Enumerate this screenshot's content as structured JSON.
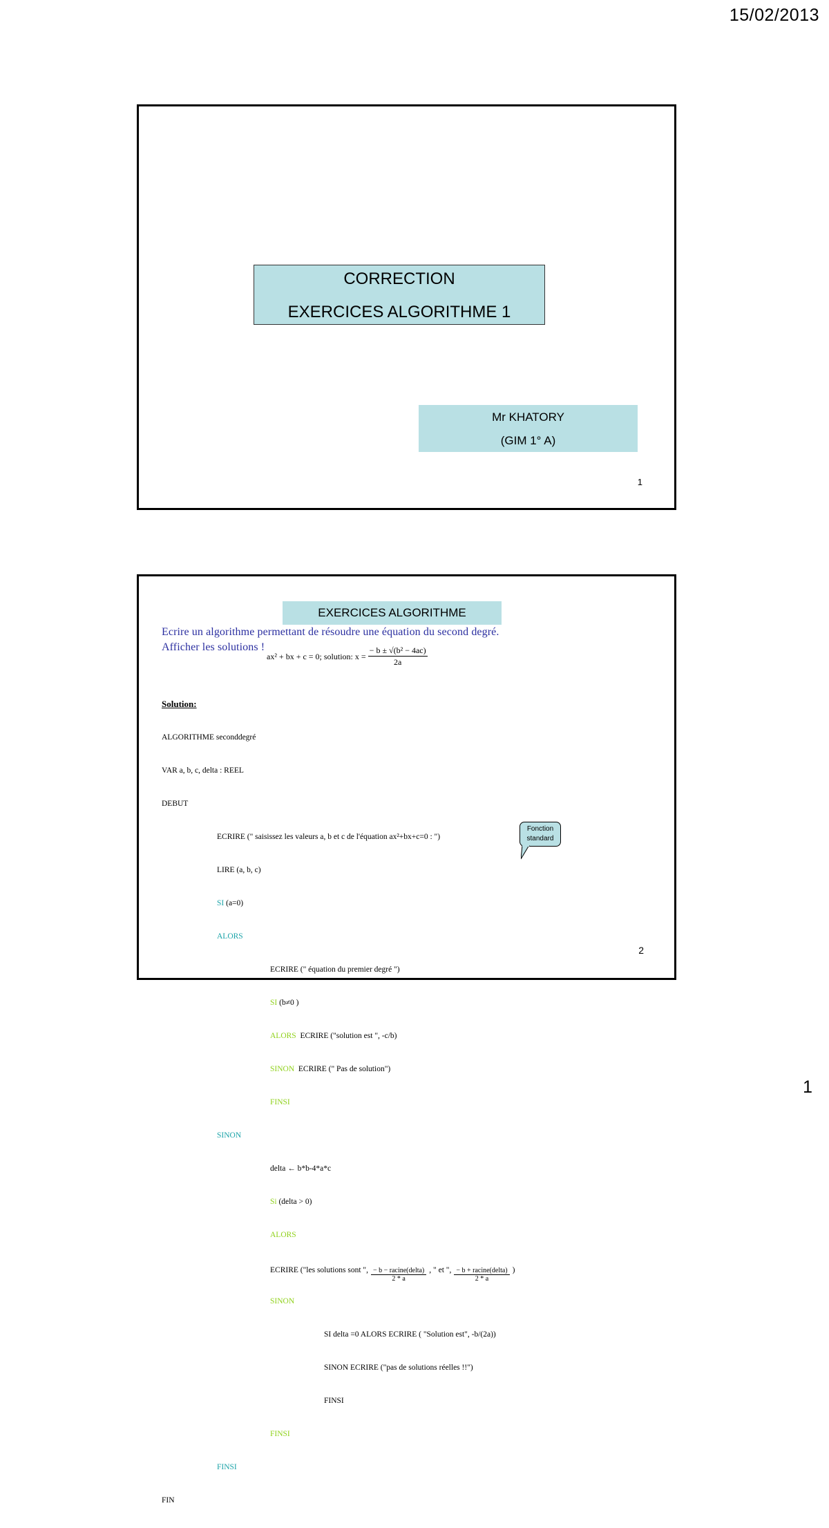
{
  "header": {
    "date": "15/02/2013"
  },
  "footer": {
    "page_number": "1"
  },
  "slides": [
    {
      "number": "1",
      "title_line1": "CORRECTION",
      "title_line2": "EXERCICES ALGORITHME 1",
      "author": "Mr KHATORY",
      "class": "(GIM 1° A)"
    },
    {
      "number": "2",
      "title": "EXERCICES ALGORITHME",
      "statement_line1": "Ecrire un algorithme permettant de résoudre une équation du second degré.",
      "statement_line2": "Afficher les solutions !",
      "formula": {
        "equation": "ax² + bx + c = 0;   solution: x =",
        "numerator": "− b ± √(b² − 4ac)",
        "denominator": "2a"
      },
      "solution_label": "Solution:",
      "code": {
        "algo": "ALGORITHME seconddegré",
        "var": "VAR a, b, c, delta : REEL",
        "debut": "DEBUT",
        "ecrire1": "ECRIRE (\" saisissez les valeurs a, b et c de l'équation ax²+bx+c=0 : \")",
        "lire": "LIRE (a, b, c)",
        "si1_kw": "SI",
        "si1_cond": " (a=0)",
        "alors1": "ALORS",
        "ecrire2": "ECRIRE (\" équation du premier degré \")",
        "si2_kw": "SI",
        "si2_cond": " (b≠0 )",
        "alors2_kw": "ALORS",
        "alors2_text": "  ECRIRE (\"solution est \", -c/b)",
        "sinon2_kw": "SINON",
        "sinon2_text": "  ECRIRE (\" Pas de solution\")",
        "finsi2": "FINSI",
        "sinon1": "SINON",
        "delta_assign": "delta ← b*b-4*a*c",
        "si3_kw": "Si",
        "si3_cond": " (delta > 0)",
        "alors3": "ALORS",
        "ecrire3_start": "ECRIRE (\"les solutions sont \",",
        "frac1_num": "− b − racine(delta)",
        "frac1_den": "2 * a",
        "ecrire3_mid": ", \" et \",",
        "frac2_num": "− b + racine(delta)",
        "frac2_den": "2 * a",
        "ecrire3_end": ")",
        "sinon3": "SINON",
        "si4": "SI delta =0 ALORS ECRIRE ( \"Solution est\", -b/(2a))",
        "sinon4": "SINON ECRIRE (\"pas de solutions réelles !!\")",
        "finsi4": "FINSI",
        "finsi3": "FINSI",
        "finsi1": "FINSI",
        "fin": "FIN"
      },
      "callout": {
        "line1": "Fonction",
        "line2": "standard"
      }
    }
  ],
  "colors": {
    "box_fill": "#b9e0e4",
    "statement_blue": "#2b2fa0",
    "keyword_teal": "#1aa3a8",
    "keyword_green": "#8fd11a"
  }
}
